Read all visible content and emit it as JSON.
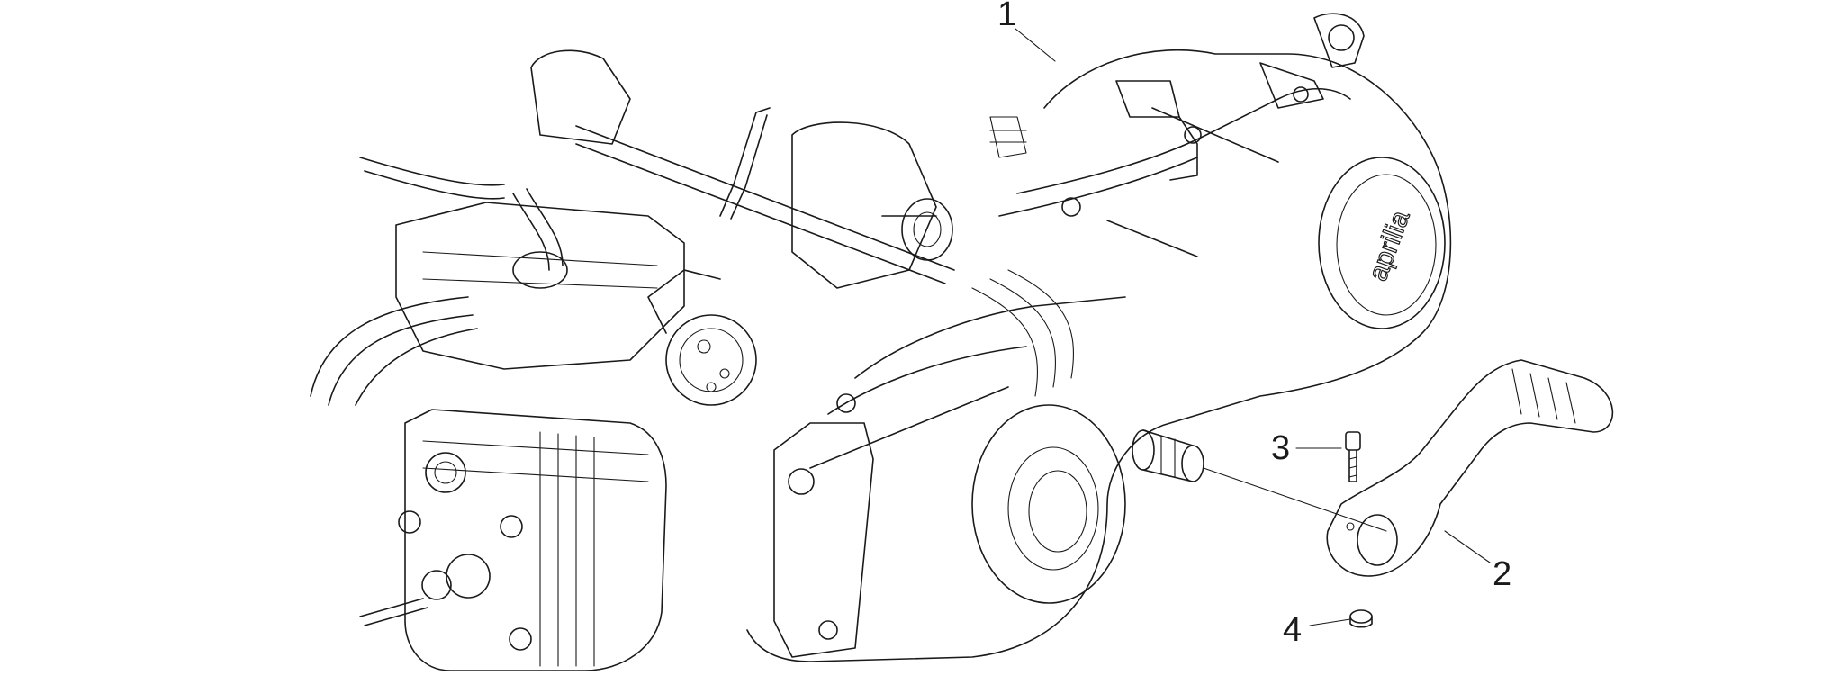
{
  "diagram": {
    "brand_mark": "aprilia",
    "callouts": [
      {
        "id": "callout-1",
        "label": "1"
      },
      {
        "id": "callout-2",
        "label": "2"
      },
      {
        "id": "callout-3",
        "label": "3"
      },
      {
        "id": "callout-4",
        "label": "4"
      }
    ],
    "line_color": "#1a1a1a",
    "background": "#ffffff"
  }
}
